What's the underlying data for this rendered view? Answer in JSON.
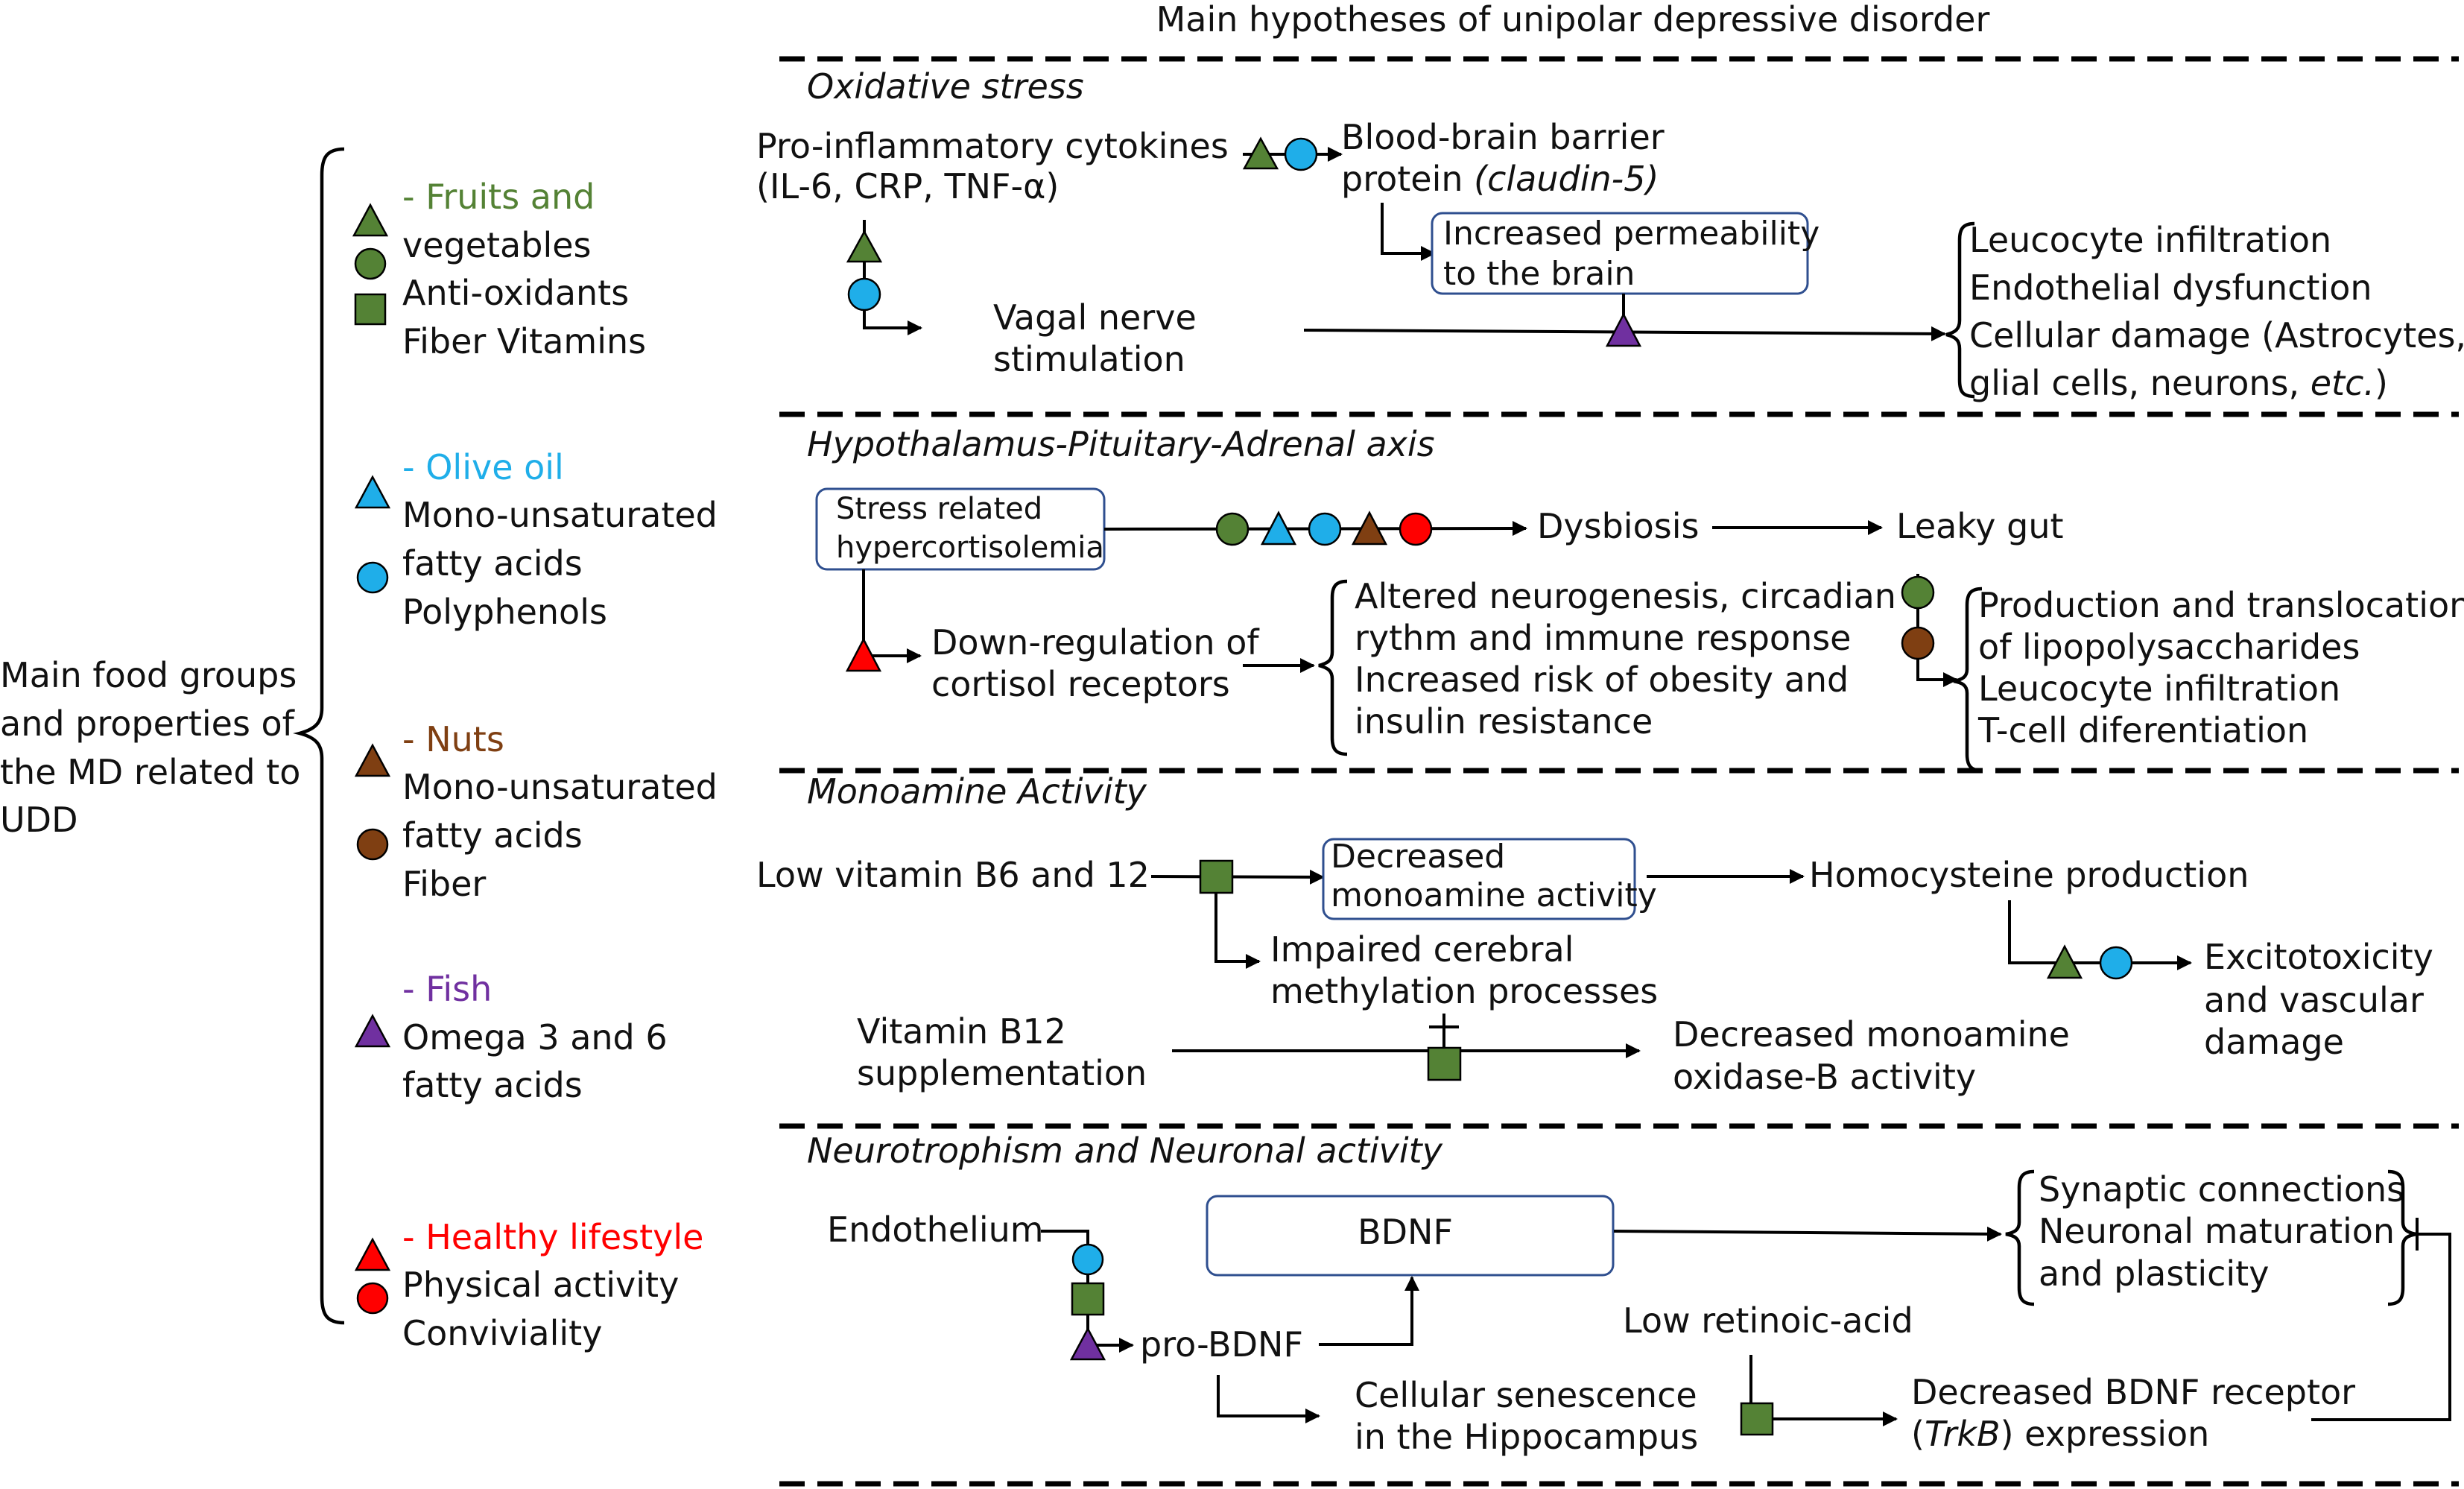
{
  "title": "Main hypotheses of unipolar depressive disorder",
  "colors": {
    "green": "#548235",
    "blue": "#1faee9",
    "brown": "#7f3f12",
    "purple": "#7030a0",
    "red": "#ff0000",
    "box_border": "#2f4f8f"
  },
  "left_label": [
    "Main food groups",
    "and properties of",
    "the MD related to",
    "UDD"
  ],
  "food_groups": [
    {
      "name": "- Fruits and",
      "lines": [
        "vegetables",
        "Anti-oxidants",
        "Fiber Vitamins"
      ],
      "color": "#548235",
      "icons": [
        "triangle",
        "circle",
        "square"
      ]
    },
    {
      "name": "- Olive oil",
      "lines": [
        "Mono-unsaturated",
        "fatty acids",
        "Polyphenols"
      ],
      "color": "#1faee9",
      "icons": [
        "triangle",
        "circle"
      ]
    },
    {
      "name": "- Nuts",
      "lines": [
        "Mono-unsaturated",
        "fatty acids",
        "Fiber"
      ],
      "color": "#7f3f12",
      "icons": [
        "triangle",
        "circle"
      ]
    },
    {
      "name": "- Fish",
      "lines": [
        "Omega 3 and 6",
        "fatty acids"
      ],
      "color": "#7030a0",
      "icons": [
        "triangle"
      ]
    },
    {
      "name": "- Healthy lifestyle",
      "lines": [
        "Physical activity",
        "Conviviality"
      ],
      "color": "#ff0000",
      "icons": [
        "triangle",
        "circle"
      ]
    }
  ],
  "sections": {
    "oxidative": {
      "title": "Oxidative stress",
      "cytokines": [
        "Pro-inflammatory cytokines",
        "(IL-6, CRP, TNF-α)"
      ],
      "bbb_1": "Blood-brain barrier",
      "bbb_2a": "protein ",
      "bbb_2b": "(claudin-5)",
      "permeability": [
        "Increased permeability",
        "to the brain"
      ],
      "vagal": [
        "Vagal nerve",
        "stimulation"
      ],
      "outcomes": [
        "Leucocyte infiltration",
        "Endothelial dysfunction",
        "Cellular damage (Astrocytes,"
      ],
      "outcome_last_a": "glial cells, neurons, ",
      "outcome_last_b": "etc.",
      "outcome_last_c": ")"
    },
    "hpa": {
      "title": "Hypothalamus-Pituitary-Adrenal axis",
      "stress": [
        "Stress related",
        "hypercortisolemia"
      ],
      "dysbiosis": "Dysbiosis",
      "leaky": "Leaky gut",
      "downreg": [
        "Down-regulation of",
        "cortisol receptors"
      ],
      "altered": [
        "Altered neurogenesis, circadian",
        "rythm and immune response",
        "Increased risk of obesity and",
        "insulin resistance"
      ],
      "lps": [
        "Production and translocation",
        "of lipopolysaccharides",
        "Leucocyte infiltration",
        "T-cell diferentiation"
      ]
    },
    "monoamine": {
      "title": "Monoamine Activity",
      "low_b": "Low vitamin B6 and 12",
      "decreased": [
        "Decreased",
        "monoamine activity"
      ],
      "homocysteine": "Homocysteine production",
      "impaired": [
        "Impaired cerebral",
        "methylation processes"
      ],
      "excito": [
        "Excitotoxicity",
        "and vascular",
        "damage"
      ],
      "b12": [
        "Vitamin B12",
        "supplementation"
      ],
      "maob": [
        "Decreased monoamine",
        "oxidase-B activity"
      ]
    },
    "neuro": {
      "title": "Neurotrophism and Neuronal activity",
      "endothelium": "Endothelium",
      "bdnf": "BDNF",
      "synaptic": [
        "Synaptic connections",
        "Neuronal maturation",
        "and plasticity"
      ],
      "probdnf": "pro-BDNF",
      "low_ra": "Low retinoic-acid",
      "senescence": [
        "Cellular senescence",
        "in the Hippocampus"
      ],
      "trkb_1": "Decreased BDNF receptor",
      "trkb_2a": "(",
      "trkb_2b": "TrkB",
      "trkb_2c": ") expression"
    }
  }
}
